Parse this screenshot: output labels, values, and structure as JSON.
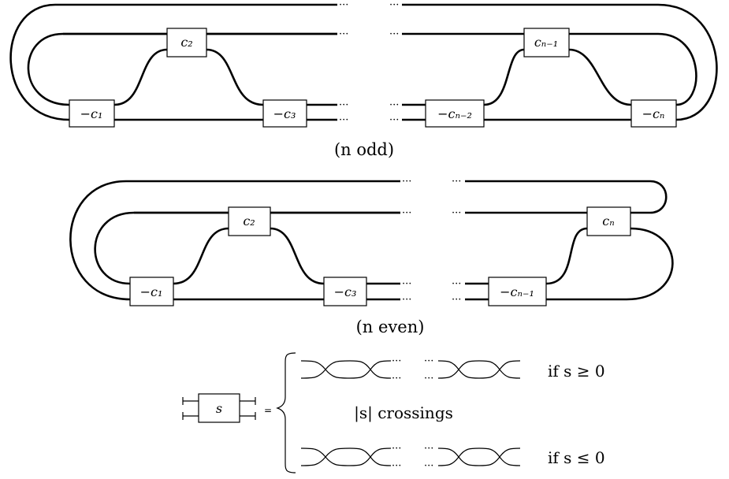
{
  "odd_diagram": {
    "boxes": [
      "−c₁",
      "c₂",
      "−c₃",
      "cₙ₋₁",
      "−cₙ₋₂",
      "−cₙ"
    ],
    "caption": "(n odd)"
  },
  "even_diagram": {
    "boxes": [
      "−c₁",
      "c₂",
      "−c₃",
      "cₙ",
      "−cₙ₋₁"
    ],
    "caption": "(n even)"
  },
  "legend": {
    "box_label": "s",
    "equals": "=",
    "case_positive": "if s ≥ 0",
    "middle_text": "|s| crossings",
    "case_negative": "if s ≤ 0"
  },
  "ellipsis": "···"
}
